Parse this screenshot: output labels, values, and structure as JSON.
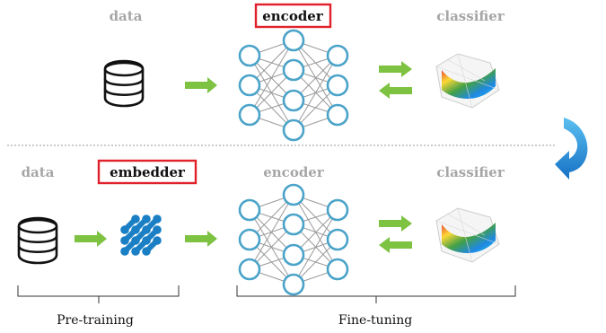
{
  "top_row": {
    "data_label": "data",
    "encoder_label": "encoder",
    "classifier_label": "classifier"
  },
  "bottom_row": {
    "data_label": "data",
    "embedder_label": "embedder",
    "encoder_label": "encoder",
    "classifier_label": "classifier"
  },
  "phases": {
    "pretraining": "Pre-training",
    "finetuning": "Fine-tuning"
  },
  "colors": {
    "neuron_stroke": "#4aa3c9",
    "arrow_green": "#7dc241",
    "highlight_red": "#e0202a",
    "curved_arrow_blue": "#1e90d6",
    "label_grey": "#a6a6a6"
  },
  "icons": {
    "database": "database-icon",
    "embedder": "embedder-icon",
    "neural_network": "neural-network-icon",
    "classifier": "classifier-surface-icon"
  }
}
